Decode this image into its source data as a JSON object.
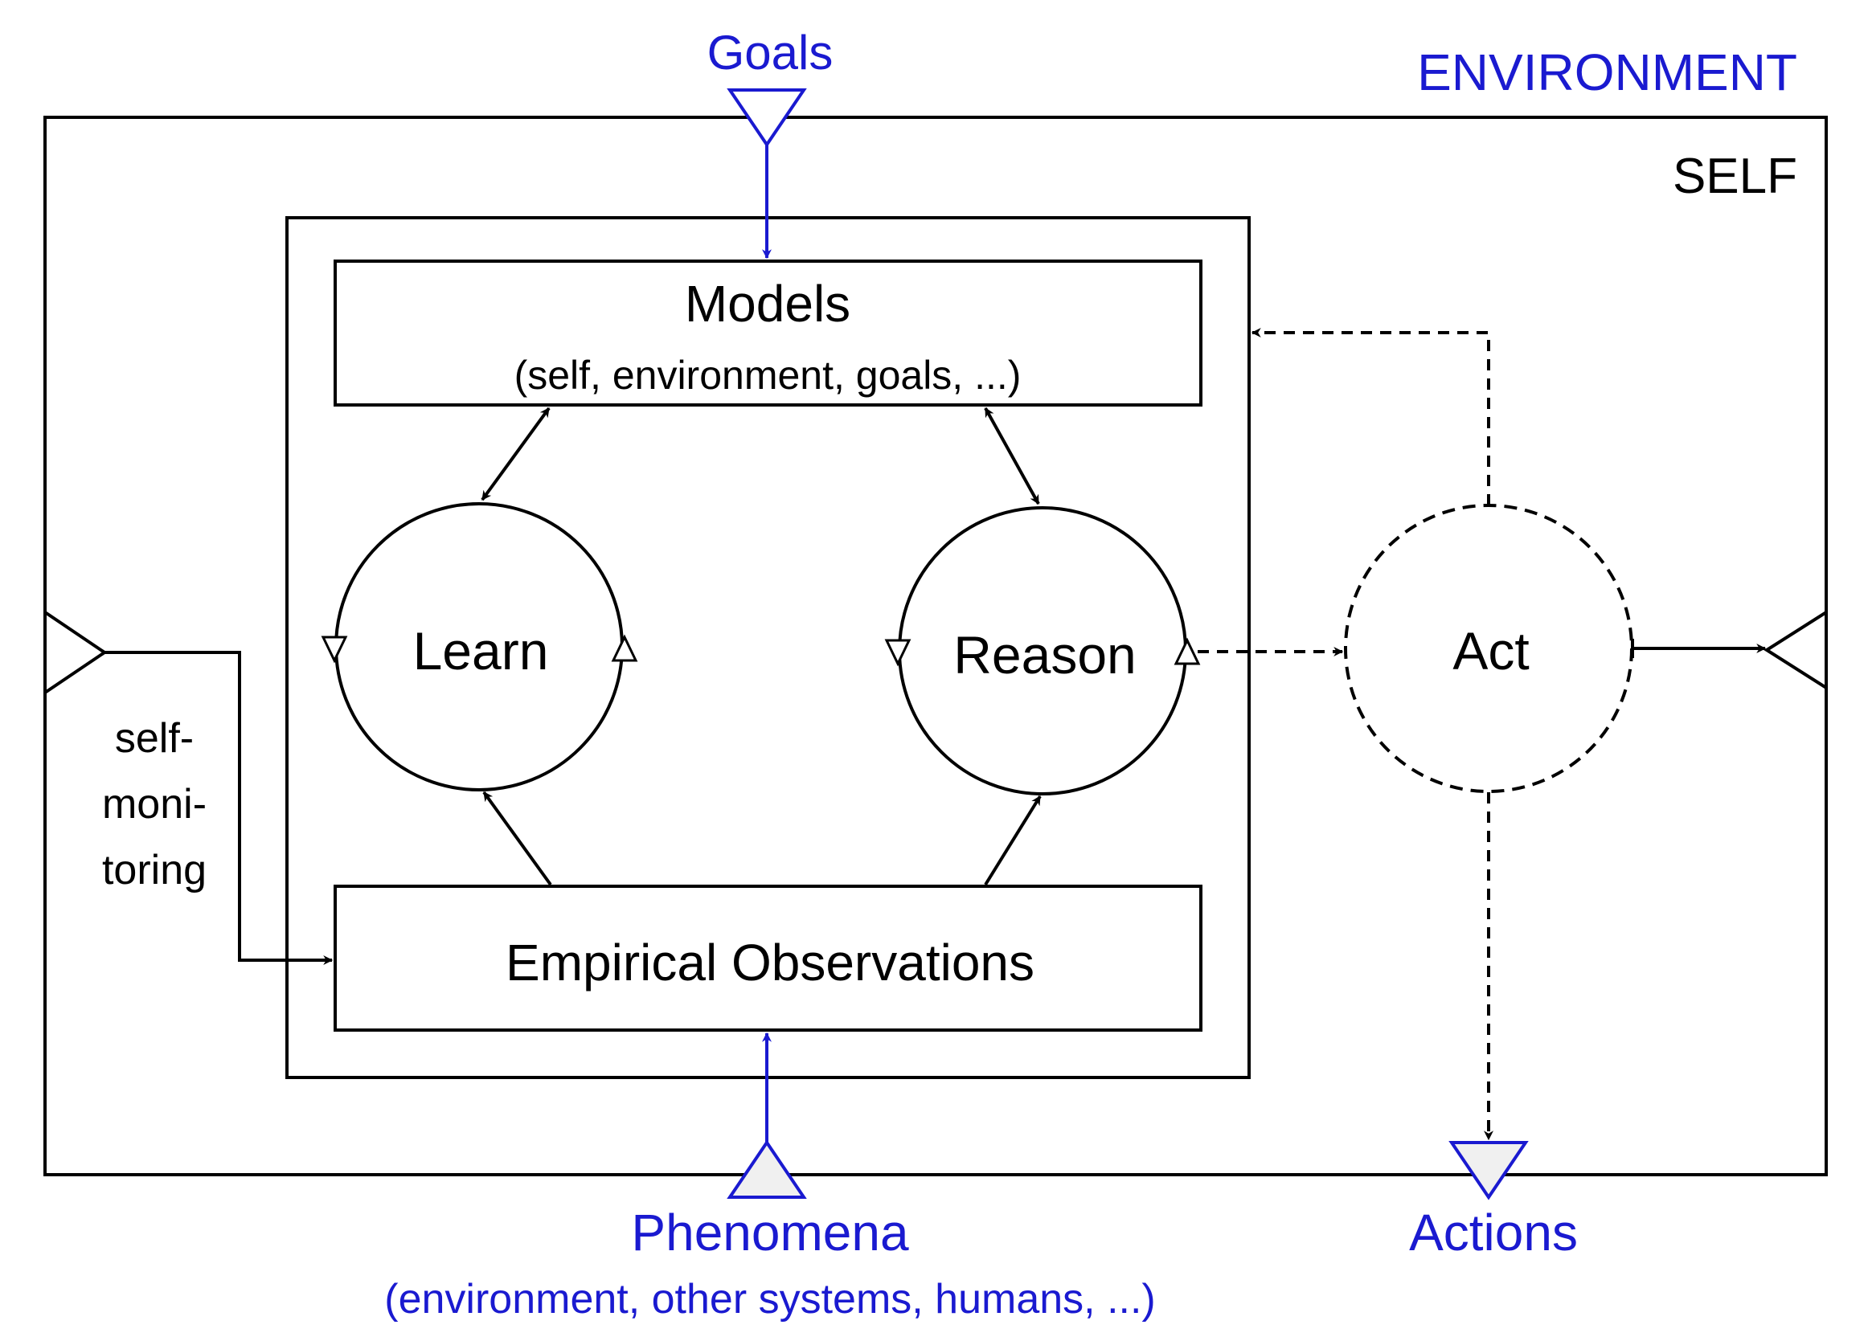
{
  "labels": {
    "goals": "Goals",
    "environment": "ENVIRONMENT",
    "self": "SELF",
    "models_title": "Models",
    "models_sub": "(self, environment, goals, ...)",
    "learn": "Learn",
    "reason": "Reason",
    "act": "Act",
    "observations": "Empirical Observations",
    "self_monitoring": [
      "self-",
      "moni-",
      "toring"
    ],
    "phenomena_title": "Phenomena",
    "phenomena_sub": "(environment, other systems, humans, ...)",
    "actions": "Actions"
  },
  "colors": {
    "blue": "#1a1ad0",
    "black": "#000000",
    "port_fill": "#f0f0f0"
  }
}
